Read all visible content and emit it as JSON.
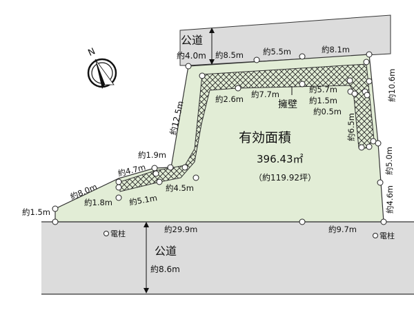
{
  "roads": {
    "top": {
      "label": "公道",
      "width": "約4.0m"
    },
    "bottom": {
      "label": "公道",
      "width": "約8.6m"
    }
  },
  "area": {
    "title": "有効面積",
    "sqm": "396.43㎡",
    "tsubo": "（約119.92坪）"
  },
  "retaining_wall": "擁壁",
  "utility_poles": [
    "電柱",
    "電柱"
  ],
  "compass": {
    "label": "N"
  },
  "dimensions": {
    "top_1": "約8.5m",
    "top_2": "約5.5m",
    "top_3": "約8.1m",
    "left_diag": "約12.5m",
    "left_1_9": "約1.9m",
    "left_4_7": "約4.7m",
    "left_8_0": "約8.0m",
    "left_1_5": "約1.5m",
    "left_1_8": "約1.8m",
    "left_5_1": "約5.1m",
    "left_4_5": "約4.5m",
    "inner_2_6": "約2.6m",
    "inner_7_7": "約7.7m",
    "inner_5_7": "約5.7m",
    "inner_1_5": "約1.5m",
    "inner_0_5": "約0.5m",
    "inner_6_5": "約6.5m",
    "right_10_6": "約10.6m",
    "right_5_0": "約5.0m",
    "right_4_6": "約4.6m",
    "bottom_29_9": "約29.9m",
    "bottom_9_7": "約9.7m"
  },
  "colors": {
    "lot_fill": "#e2edd6",
    "road_fill": "#dcdcdc",
    "outline": "#333333",
    "hatch": "#222222"
  }
}
